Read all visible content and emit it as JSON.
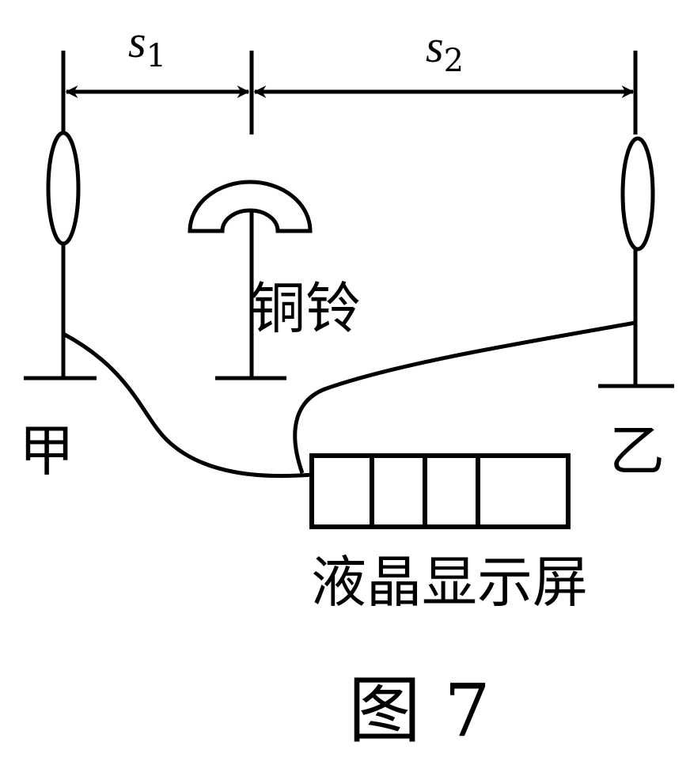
{
  "labels": {
    "s1_var": "s",
    "s1_sub": "1",
    "s2_var": "s",
    "s2_sub": "2",
    "bell": "铜铃",
    "mic_left": "甲",
    "mic_right": "乙",
    "display": "液晶显示屏",
    "figure": "图 7"
  },
  "colors": {
    "stroke": "#000000",
    "background": "#ffffff"
  }
}
